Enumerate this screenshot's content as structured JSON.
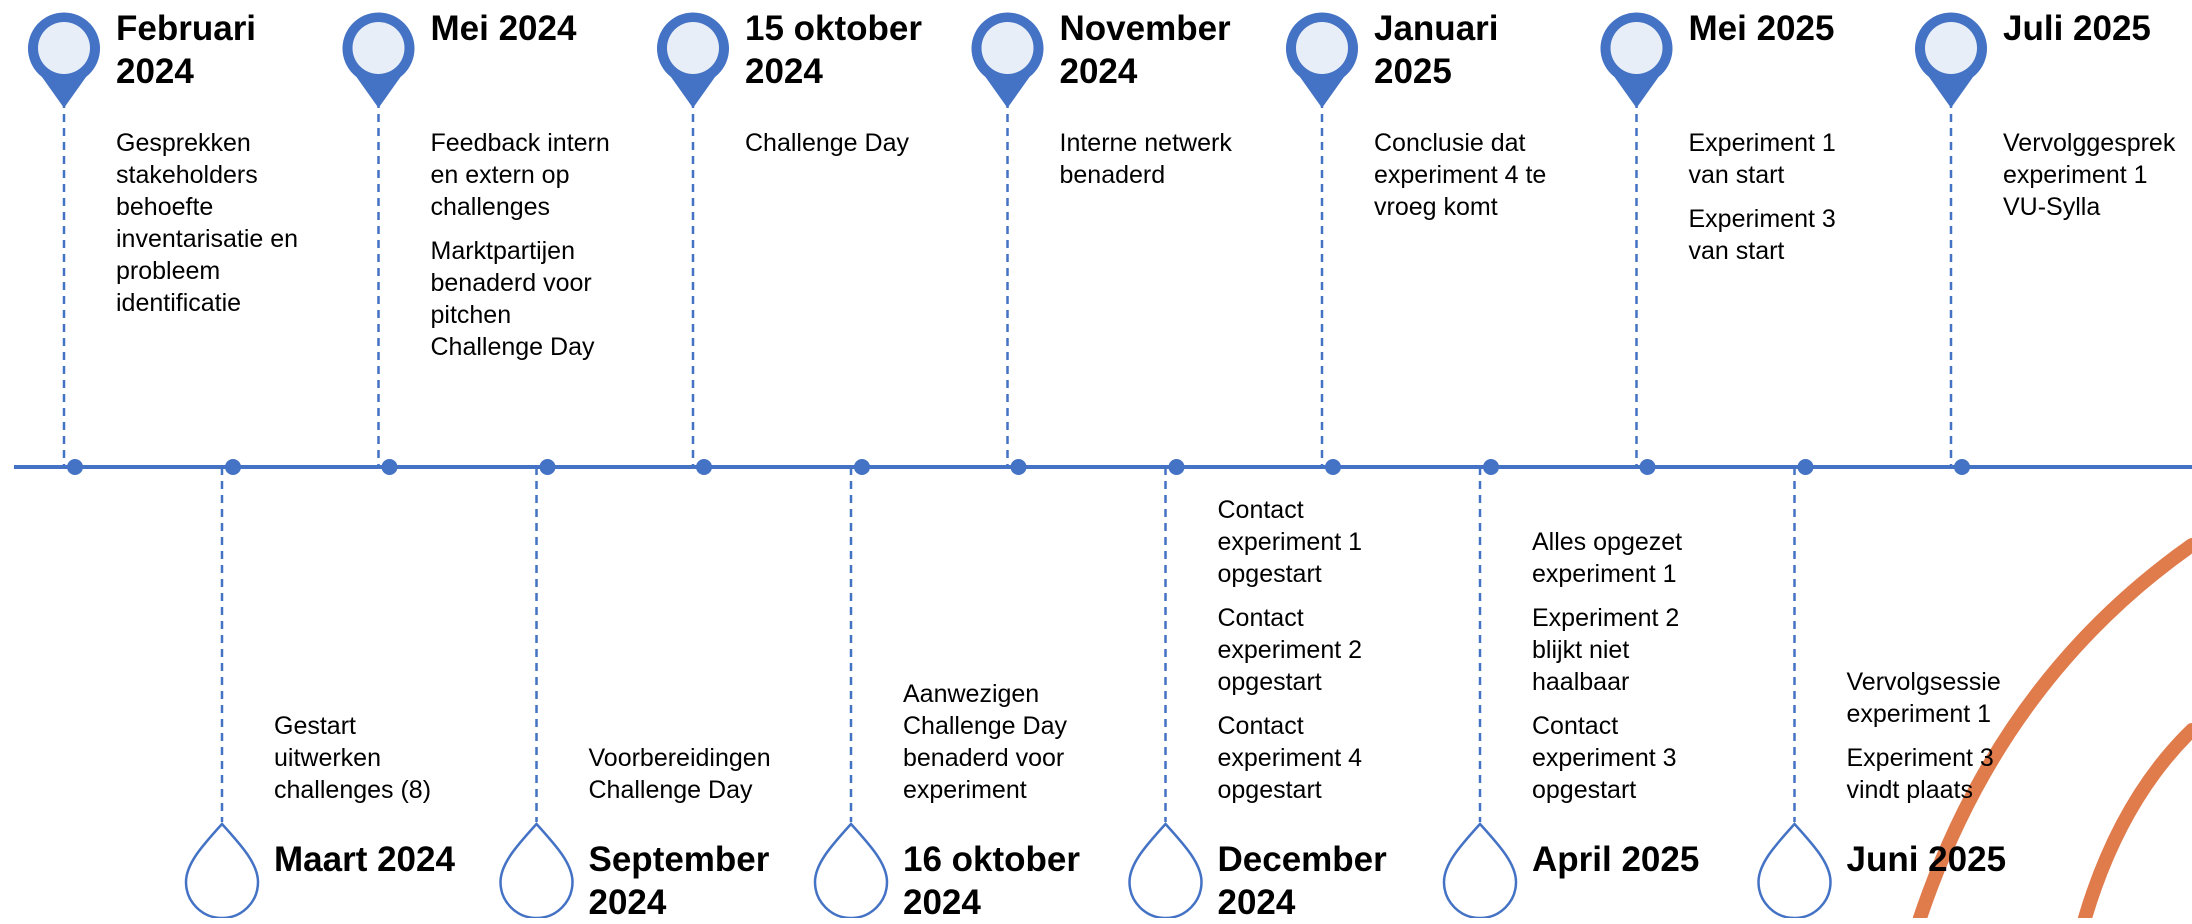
{
  "colors": {
    "line": "#4472C4",
    "pin_fill": "#E8EEF8",
    "swoosh": "#E07B4C",
    "text": "#000000"
  },
  "timeline": {
    "top_events": [
      {
        "title": "Februari\n2024",
        "items": [
          "Gesprekken\nstakeholders\nbehoefte\ninventarisatie en\nprobleem\nidentificatie"
        ]
      },
      {
        "title": "Mei 2024",
        "items": [
          "Feedback intern\nen extern op\nchallenges",
          "Marktpartijen\nbenaderd voor\npitchen\nChallenge Day"
        ]
      },
      {
        "title": "15 oktober\n2024",
        "items": [
          "Challenge Day"
        ]
      },
      {
        "title": "November\n2024",
        "items": [
          "Interne netwerk\nbenaderd"
        ]
      },
      {
        "title": "Januari\n2025",
        "items": [
          "Conclusie dat\nexperiment 4 te\nvroeg komt"
        ]
      },
      {
        "title": "Mei 2025",
        "items": [
          "Experiment 1\nvan start",
          "Experiment 3\nvan start"
        ]
      },
      {
        "title": "Juli 2025",
        "items": [
          "Vervolggesprek\nexperiment 1\nVU-Sylla"
        ]
      }
    ],
    "bottom_events": [
      {
        "title": "Maart 2024",
        "items": [
          "Gestart\nuitwerken\nchallenges (8)"
        ]
      },
      {
        "title": "September\n2024",
        "items": [
          "Voorbereidingen\nChallenge Day"
        ]
      },
      {
        "title": "16 oktober\n2024",
        "items": [
          "Aanwezigen\nChallenge Day\nbenaderd voor\nexperiment"
        ]
      },
      {
        "title": "December\n2024",
        "items": [
          "Contact\nexperiment 1\nopgestart",
          "Contact\nexperiment 2\nopgestart",
          "Contact\nexperiment 4\nopgestart"
        ]
      },
      {
        "title": "April 2025",
        "items": [
          "Alles opgezet\nexperiment 1",
          "Experiment 2\nblijkt niet\nhaalbaar",
          "Contact\nexperiment 3\nopgestart"
        ]
      },
      {
        "title": "Juni 2025",
        "items": [
          "Vervolgsessie\nexperiment 1",
          "Experiment 3\nvindt plaats"
        ]
      }
    ]
  }
}
